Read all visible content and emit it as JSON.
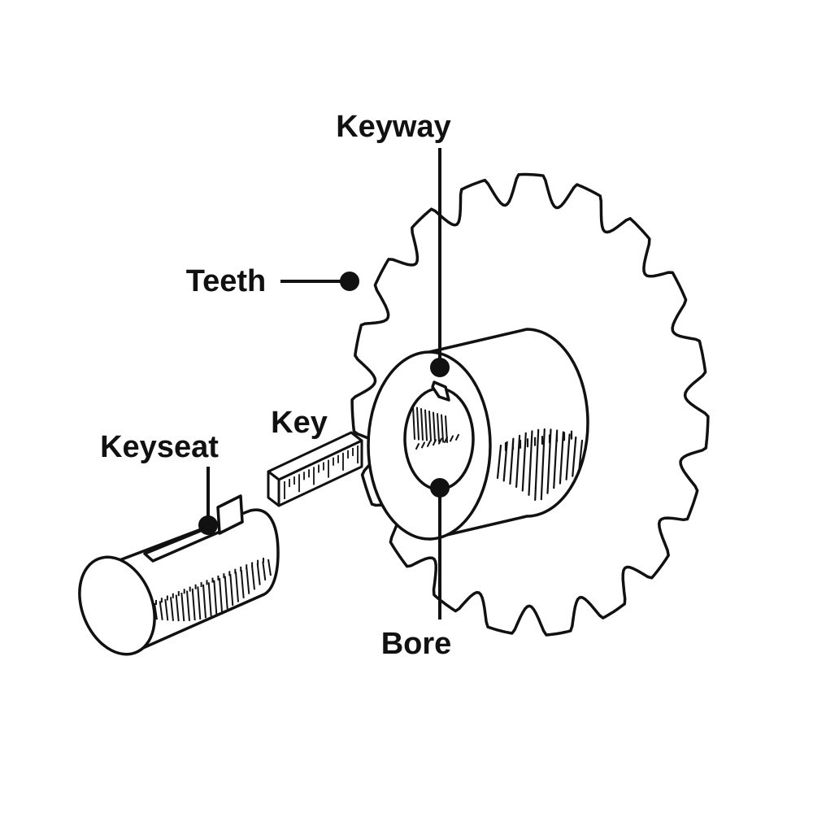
{
  "labels": {
    "keyway": "Keyway",
    "teeth": "Teeth",
    "key": "Key",
    "keyseat": "Keyseat",
    "bore": "Bore"
  },
  "colors": {
    "ink": "#111111",
    "paper": "#ffffff"
  }
}
